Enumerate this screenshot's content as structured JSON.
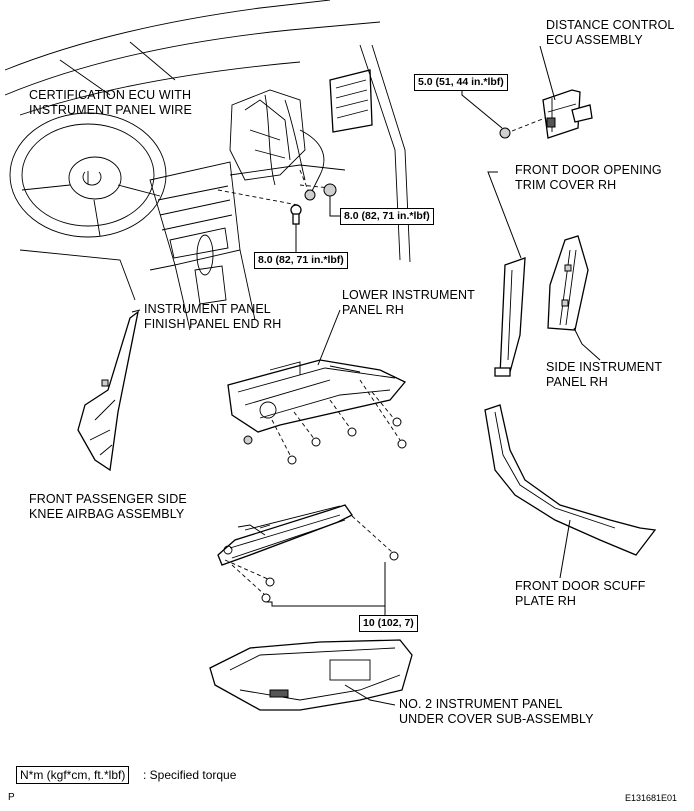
{
  "labels": {
    "distance_control_ecu_1": "DISTANCE CONTROL",
    "distance_control_ecu_2": "ECU ASSEMBLY",
    "certification_ecu_1": "CERTIFICATION ECU WITH",
    "certification_ecu_2": "INSTRUMENT PANEL WIRE",
    "front_door_opening_trim_1": "FRONT DOOR OPENING",
    "front_door_opening_trim_2": "TRIM COVER RH",
    "instrument_panel_finish_1": "INSTRUMENT PANEL",
    "instrument_panel_finish_2": "FINISH PANEL END RH",
    "lower_instrument_panel_1": "LOWER INSTRUMENT",
    "lower_instrument_panel_2": "PANEL RH",
    "side_instrument_panel_1": "SIDE INSTRUMENT",
    "side_instrument_panel_2": "PANEL RH",
    "knee_airbag_1": "FRONT PASSENGER SIDE",
    "knee_airbag_2": "KNEE AIRBAG ASSEMBLY",
    "door_scuff_plate_1": "FRONT DOOR SCUFF",
    "door_scuff_plate_2": "PLATE RH",
    "under_cover_1": "NO. 2 INSTRUMENT PANEL",
    "under_cover_2": "UNDER COVER SUB-ASSEMBLY"
  },
  "torques": {
    "ecu": "5.0 (51, 44 in.*lbf)",
    "nut_right": "8.0 (82, 71 in.*lbf)",
    "bolt_left": "8.0 (82, 71 in.*lbf)",
    "airbag": "10 (102, 7)"
  },
  "legend": {
    "box": "N*m (kgf*cm, ft.*lbf)",
    "text": ": Specified torque"
  },
  "corner_code": "P",
  "figure_code": "E131681E01"
}
